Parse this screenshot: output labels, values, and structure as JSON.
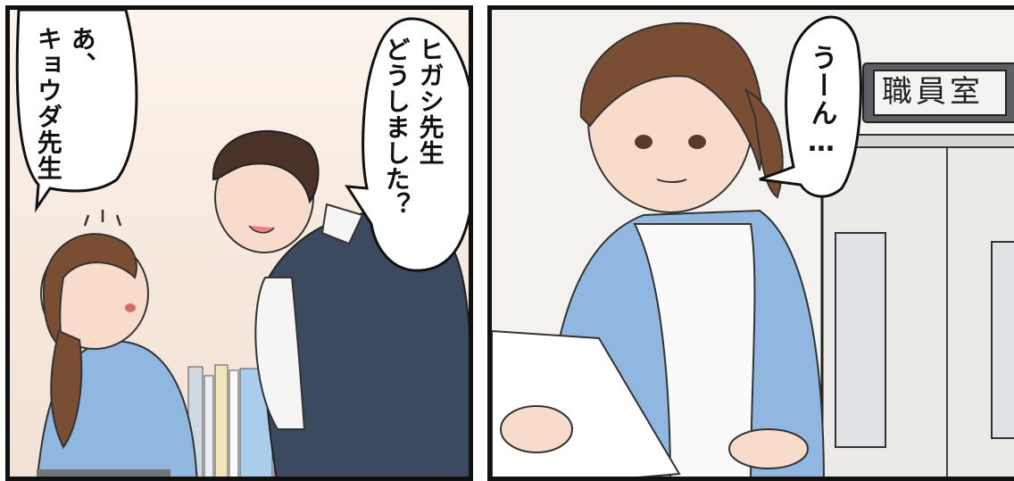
{
  "panels": [
    {
      "id": "left",
      "speech_bubbles": [
        {
          "lines": [
            "あ、",
            "キョウダ先生"
          ]
        },
        {
          "lines": [
            "ヒガシ先生",
            "どうしました？"
          ]
        }
      ],
      "sfx": "! ! !"
    },
    {
      "id": "right",
      "speech_bubbles": [
        {
          "lines": [
            "うーん…"
          ]
        }
      ],
      "sign": "職員室"
    }
  ],
  "colors": {
    "border": "#111111",
    "cardigan_blue": "#8fb7df",
    "vest_navy": "#3b4a5e",
    "hair_brown": "#7a4e32"
  }
}
